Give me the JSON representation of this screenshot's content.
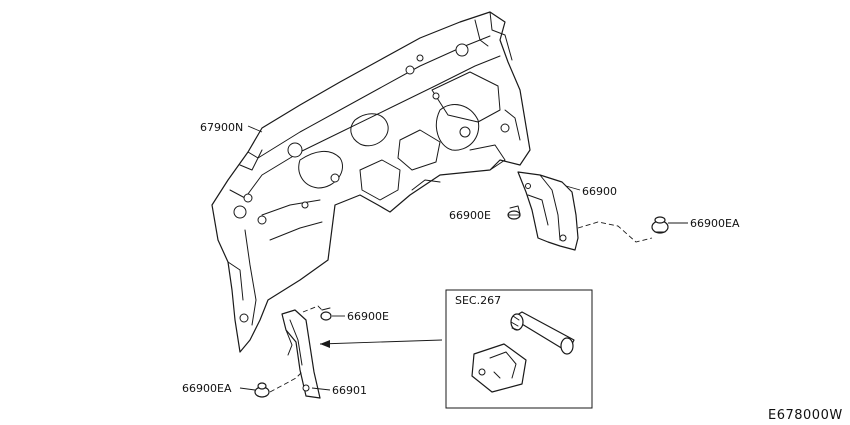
{
  "labels": {
    "insulator": "67900N",
    "side_insulator_right": "66900",
    "clip_e_right": "66900E",
    "clip_ea_right": "66900EA",
    "clip_e_left": "66900E",
    "clip_ea_left": "66900EA",
    "side_insulator_left": "66901"
  },
  "section_ref": "SEC.267",
  "diagram_code": "E678000W"
}
